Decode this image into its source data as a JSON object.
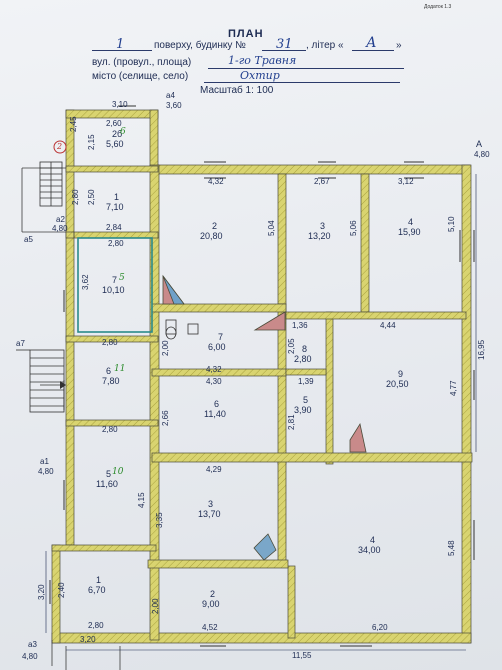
{
  "header": {
    "corner_note": "Додаток 1.3",
    "title": "ПЛАН",
    "floor_label": "поверху, будинку №",
    "floor_value": "1",
    "house_value": "31",
    "liter_label": ", літер «",
    "liter_value": "А",
    "liter_close": "»",
    "street_label": "вул. (провул., площа)",
    "street_value": "1-го Травня",
    "city_label": "місто (селище, село)",
    "city_value": "Охтир",
    "scale_label": "Масштаб 1: 100"
  },
  "rooms": [
    {
      "num": "2б",
      "area": "5,60"
    },
    {
      "num": "1",
      "area": "7,10"
    },
    {
      "num": "7",
      "area": "10,10"
    },
    {
      "num": "6",
      "area": "7,80"
    },
    {
      "num": "5",
      "area": "11,60"
    },
    {
      "num": "1",
      "area": "6,70"
    },
    {
      "num": "2",
      "area": "20,80"
    },
    {
      "num": "3",
      "area": "13,20"
    },
    {
      "num": "4",
      "area": "15,90"
    },
    {
      "num": "7",
      "area": "6,00"
    },
    {
      "num": "8",
      "area": "2,80"
    },
    {
      "num": "9",
      "area": "20,50"
    },
    {
      "num": "6",
      "area": "11,40"
    },
    {
      "num": "5",
      "area": "3,90"
    },
    {
      "num": "3",
      "area": "13,70"
    },
    {
      "num": "4",
      "area": "34,00"
    },
    {
      "num": "2",
      "area": "9,00"
    }
  ],
  "hand_marks": {
    "r2b": "6",
    "r7": "5",
    "r6": "11",
    "r5": "10",
    "circle": "2"
  },
  "labels": {
    "a": "А",
    "a_dim": "4,80",
    "a1": "а1",
    "a1_dim": "4,80",
    "a2": "а2",
    "a2_dim": "4,80",
    "a3": "а3",
    "a3_dim": "4,80",
    "a4": "а4",
    "a4_dim": "3,60",
    "a5": "а5",
    "a7": "а7"
  },
  "dims": {
    "d310": "3,10",
    "d260": "2,60",
    "d245": "2,45",
    "d215": "2,15",
    "d280a": "2,80",
    "d250": "2,50",
    "d284": "2,84",
    "d280b": "2,80",
    "d362": "3,62",
    "d280c": "2,80",
    "d280d": "2,80",
    "d415": "4,15",
    "d320": "3,20",
    "d240": "2,40",
    "d280e": "2,80",
    "d320b": "3,20",
    "d432": "4,32",
    "d267": "2,67",
    "d312": "3,12",
    "d504": "5,04",
    "d506": "5,06",
    "d510": "5,10",
    "d1695": "16,95",
    "d200a": "2,00",
    "d432b": "4,32",
    "d430": "4,30",
    "d136": "1,36",
    "d205": "2,05",
    "d139": "1,39",
    "d444": "4,44",
    "d477": "4,77",
    "d266": "2,66",
    "d281": "2,81",
    "d429": "4,29",
    "d335": "3,35",
    "d548": "5,48",
    "d200b": "2,00",
    "d452": "4,52",
    "d620": "6,20",
    "d1155": "11,55"
  }
}
